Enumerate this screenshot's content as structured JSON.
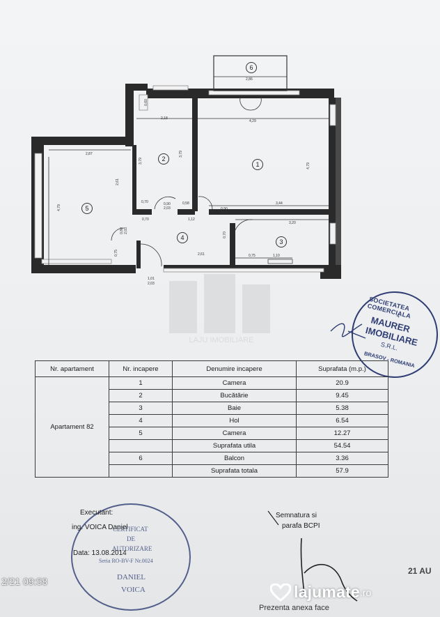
{
  "plan": {
    "rooms": [
      {
        "num": "1"
      },
      {
        "num": "2"
      },
      {
        "num": "3"
      },
      {
        "num": "4"
      },
      {
        "num": "5"
      },
      {
        "num": "6"
      }
    ],
    "dims": {
      "balcony_w": "2,86",
      "r1_w": "4,29",
      "r1_h": "4,79",
      "r2_w": "2,18",
      "r2_h1": "3,79",
      "r2_h2": "3,79",
      "r5_w": "2,87",
      "r5_h": "4,79",
      "r5_h2": "2,61",
      "r3_w1": "3,44",
      "r3_w2": "3,20",
      "door_a": "0,90",
      "door_a2": "2,03",
      "door_b": "0,90",
      "door_b2": "2,03",
      "d_small1": "0,70",
      "d_small2": "0,70",
      "d_mid": "1,12",
      "d_mid2": "0,58",
      "d_mid3": "0,70",
      "hall_w": "2,61",
      "hall_h": "0,80",
      "hall_h2": "2,03",
      "entry_w": "1,01",
      "entry_h": "2,03",
      "bath_a": "0,75",
      "bath_b": "1,10",
      "sm_a": "0,60",
      "sm_b": "0,75"
    }
  },
  "table": {
    "headers": [
      "Nr. apartament",
      "Nr. incapere",
      "Denumire incapere",
      "Suprafata (m.p.)"
    ],
    "apartment": "Apartament 82",
    "rows": [
      {
        "nr": "1",
        "name": "Camera",
        "area": "20.9"
      },
      {
        "nr": "2",
        "name": "Bucătărie",
        "area": "9.45"
      },
      {
        "nr": "3",
        "name": "Baie",
        "area": "5.38"
      },
      {
        "nr": "4",
        "name": "Hol",
        "area": "6.54"
      },
      {
        "nr": "5",
        "name": "Camera",
        "area": "12.27"
      },
      {
        "nr": "",
        "name": "Suprafata utila",
        "area": "54.54"
      },
      {
        "nr": "6",
        "name": "Balcon",
        "area": "3.36"
      },
      {
        "nr": "",
        "name": "Suprafata totala",
        "area": "57.9"
      }
    ]
  },
  "company_stamp": {
    "top": "SOCIETATEA COMERCIALA",
    "num": "4",
    "line1": "MAURER",
    "line2": "IMOBILIARE",
    "line3": "S.R.L.",
    "bottom": "BRASOV - ROMANIA"
  },
  "executant": {
    "title": "Executant:",
    "name": "ing. VOICA Daniel",
    "date": "Data:  13.08.2014"
  },
  "cert_stamp": {
    "l1": "CERTIFICAT",
    "l2": "DE",
    "l3": "AUTORIZARE",
    "l4": "Seria RO-BV-F Nr.0024",
    "l5": "DANIEL",
    "l6": "VOICA"
  },
  "signature": {
    "l1": "Semnatura si",
    "l2": "parafa BCPI"
  },
  "date_right": "21 AU",
  "timestamp": "2/21 09:58",
  "logo": {
    "text": "lajumate",
    "suffix": ".ro"
  },
  "bottom_note": "Prezenta anexa face",
  "watermark": "LAJU IMOBILIARE",
  "colors": {
    "stamp": "#2f3d73",
    "wall": "#2a2a2a",
    "window": "#8a8a8a"
  }
}
